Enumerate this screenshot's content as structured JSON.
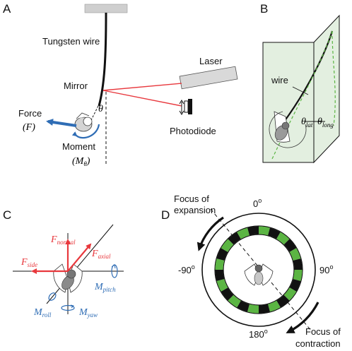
{
  "panels": {
    "a": "A",
    "b": "B",
    "c": "C",
    "d": "D"
  },
  "panel_a": {
    "tungsten_wire": "Tungsten wire",
    "laser": "Laser",
    "mirror": "Mirror",
    "theta": "θ",
    "force": "Force",
    "force_symbol": "(F)",
    "moment": "Moment",
    "moment_symbol": "(M",
    "moment_symbol_sub": "θ",
    "moment_symbol_close": ")",
    "photodiode": "Photodiode"
  },
  "panel_b": {
    "wire": "wire",
    "theta_lat": "θ",
    "theta_lat_sub": "lat",
    "theta_long": "θ",
    "theta_long_sub": "long"
  },
  "panel_c": {
    "f": "F",
    "normal_sub": "normal",
    "axial_sub": "axial",
    "side_sub": "side",
    "m": "M",
    "pitch_sub": "pitch",
    "roll_sub": "roll",
    "yaw_sub": "yaw"
  },
  "panel_d": {
    "focus_expansion_1": "Focus of",
    "focus_expansion_2": "expansion",
    "deg_0": "0",
    "deg_neg90": "-90",
    "deg_90": "90",
    "deg_180": "180",
    "deg_mark": "o",
    "focus_contraction_1": "Focus of",
    "focus_contraction_2": "contraction"
  },
  "colors": {
    "red": "#e8383d",
    "blue": "#2f6db5",
    "green": "#5bb543",
    "panel_green": "#e3efe0"
  }
}
